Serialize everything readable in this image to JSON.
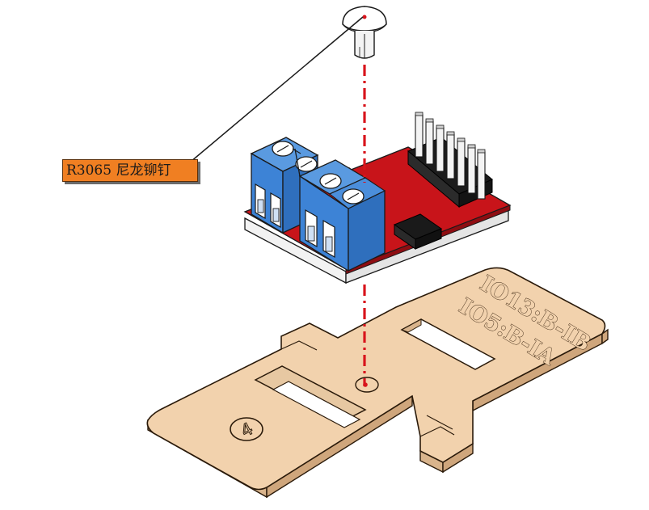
{
  "callout": {
    "part_label": "R3065 尼龙铆钉"
  },
  "board": {
    "engraving_line1": "IO13:B-IB",
    "engraving_line2": "IO5:B-IA",
    "circled_number": "4"
  },
  "colors": {
    "terminal_blue": "#3d83d6",
    "pcb_red": "#c8141a",
    "wood": "#f2d2ad",
    "guide_line": "#d8141c",
    "label_orange": "#f07f22"
  }
}
